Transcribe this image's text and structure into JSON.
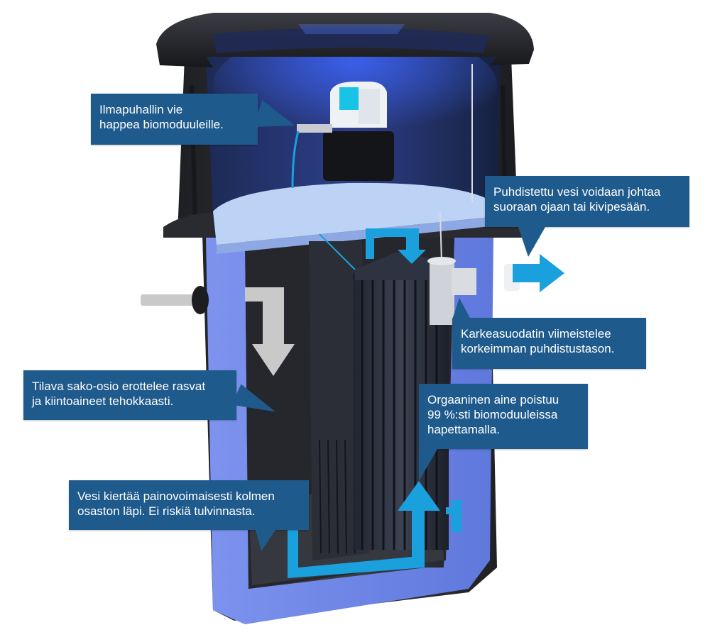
{
  "colors": {
    "callout_bg": "#1f5a8c",
    "callout_text": "#ffffff",
    "tank_body": "#2b2c30",
    "tank_inner_wall": "#6f86e6",
    "flow_arrow": "#1aa0dc",
    "inlet_arrow": "#c9c9c9",
    "filter_deck": "#bcd3f5"
  },
  "callouts": [
    {
      "id": "blower",
      "lines": [
        "Ilmapuhallin vie",
        "happea biomoduuleille."
      ]
    },
    {
      "id": "outlet",
      "lines": [
        "Puhdistettu vesi voidaan johtaa",
        "suoraan ojaan tai kivipesään."
      ]
    },
    {
      "id": "filter",
      "lines": [
        "Karkeasuodatin viimeistelee",
        "korkeimman puhdistustason."
      ]
    },
    {
      "id": "septic",
      "lines": [
        "Tilava sako-osio erottelee rasvat",
        "ja kiintoaineet tehokkaasti."
      ]
    },
    {
      "id": "organic",
      "lines": [
        "Orgaaninen aine poistuu",
        "99 %:sti biomoduuleissa",
        "hapettamalla."
      ]
    },
    {
      "id": "gravity",
      "lines": [
        "Vesi kiertää painovoimaisesti kolmen",
        "osaston läpi. Ei riskiä tulvinnasta."
      ]
    }
  ]
}
